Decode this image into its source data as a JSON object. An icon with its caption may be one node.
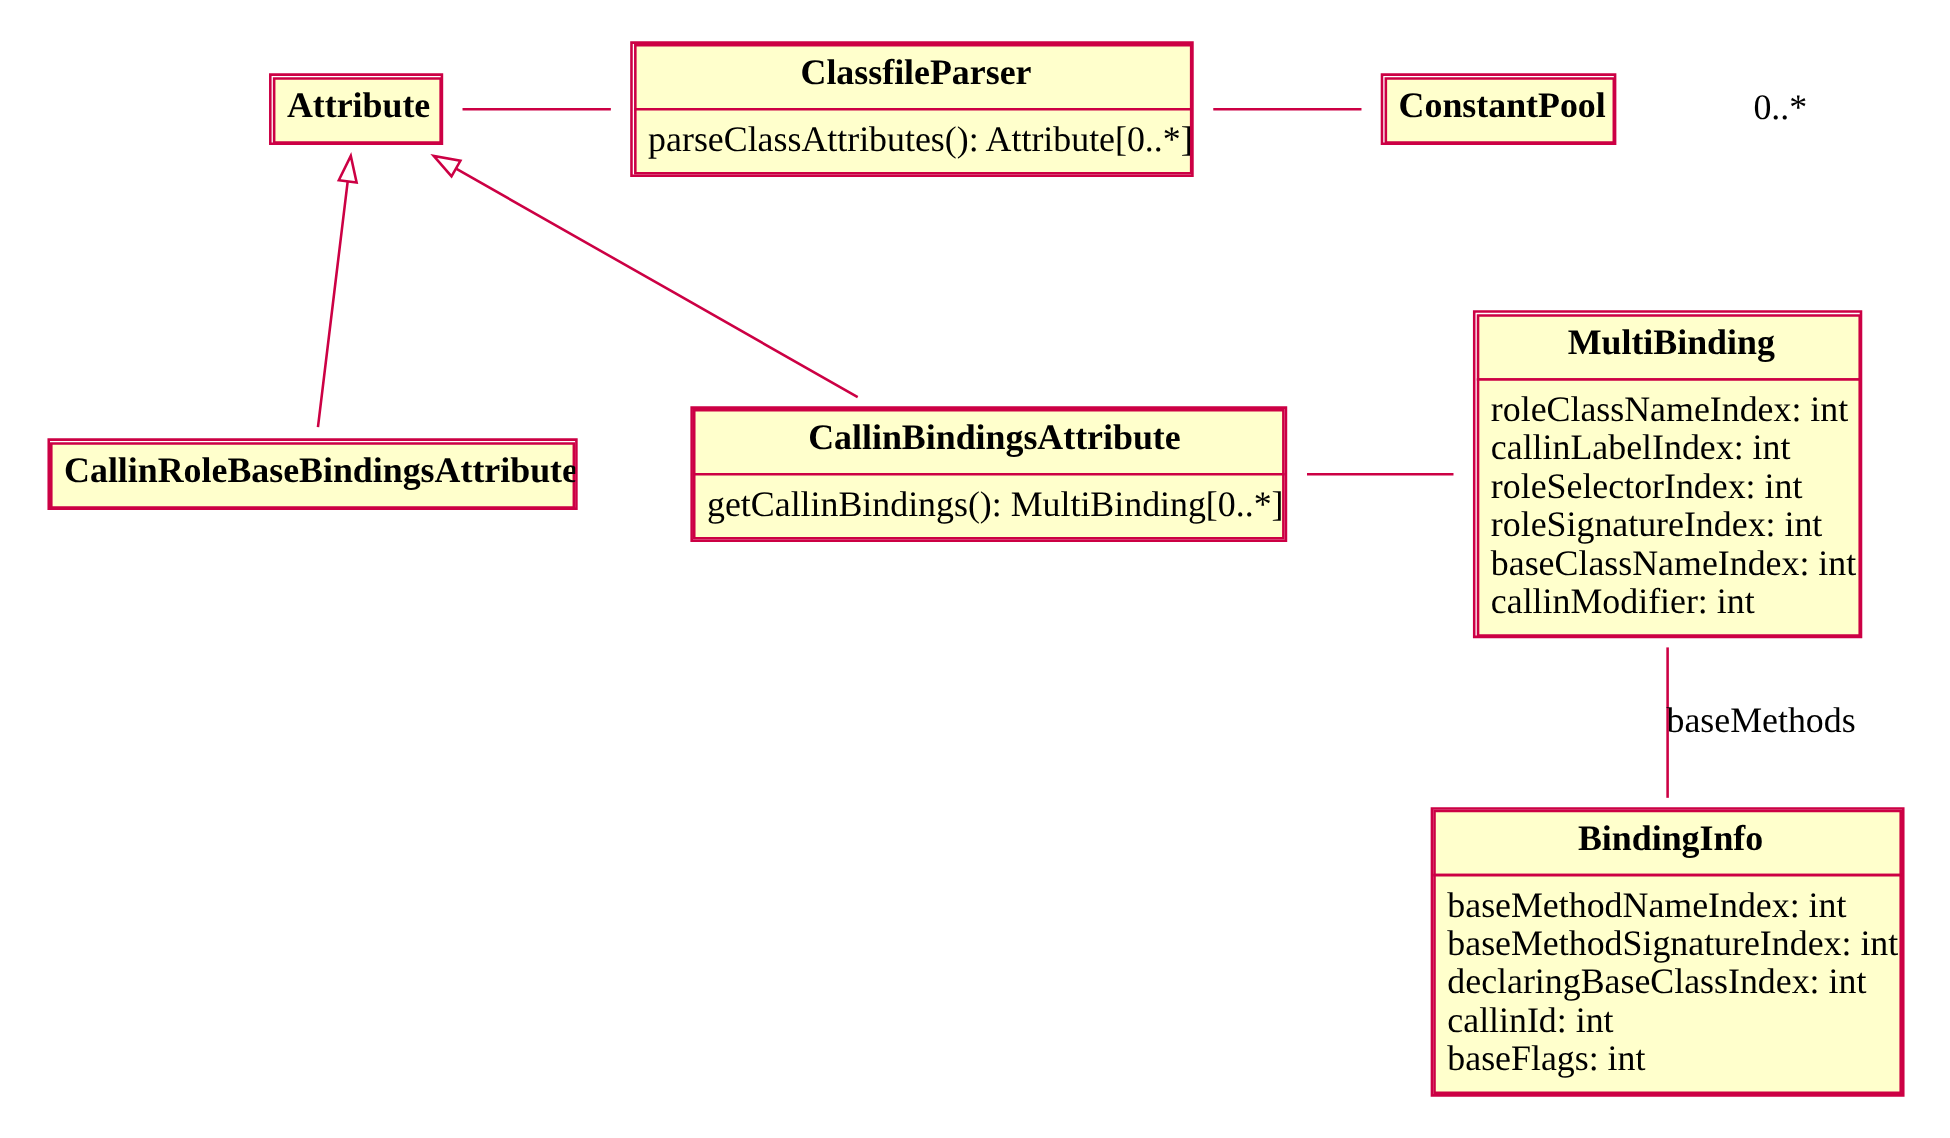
{
  "diagram": {
    "nodes": [
      {
        "text": [
          "Attribute"
        ]
      },
      {
        "text": [
          "ClassfileParser",
          "parseClassAttributes(): Attribute[0..*]"
        ]
      },
      {
        "text": [
          "ConstantPool"
        ]
      },
      {
        "text": [
          "CallinRoleBaseBindingsAttribute"
        ]
      },
      {
        "text": [
          "CallinBindingsAttribute",
          "getCallinBindings(): MultiBinding[0..*]"
        ]
      },
      {
        "text": [
          "MultiBinding",
          "roleClassNameIndex: int",
          "callinLabelIndex: int",
          "roleSelectorIndex: int",
          "roleSignatureIndex: int",
          "baseClassNameIndex: int",
          "callinModifier: int"
        ]
      },
      {
        "text": [
          "BindingInfo",
          "baseMethodNameIndex: int",
          "baseMethodSignatureIndex: int",
          "declaringBaseClassIndex: int",
          "callinId: int",
          "baseFlags: int"
        ]
      }
    ],
    "edges": [
      {
        "from": 0,
        "to": 1,
        "arrow": "none"
      },
      {
        "from": 1,
        "to": 2,
        "arrow": "none"
      },
      {
        "from": 3,
        "to": 0,
        "arrow": "to"
      },
      {
        "from": 4,
        "to": 0,
        "arrow": "to"
      },
      {
        "from": 4,
        "to": 5,
        "arrow": "none"
      },
      {
        "from": 5,
        "to": 6,
        "arrow": "none",
        "label": "baseMethods"
      }
    ],
    "labels": [
      "0..*"
    ]
  }
}
